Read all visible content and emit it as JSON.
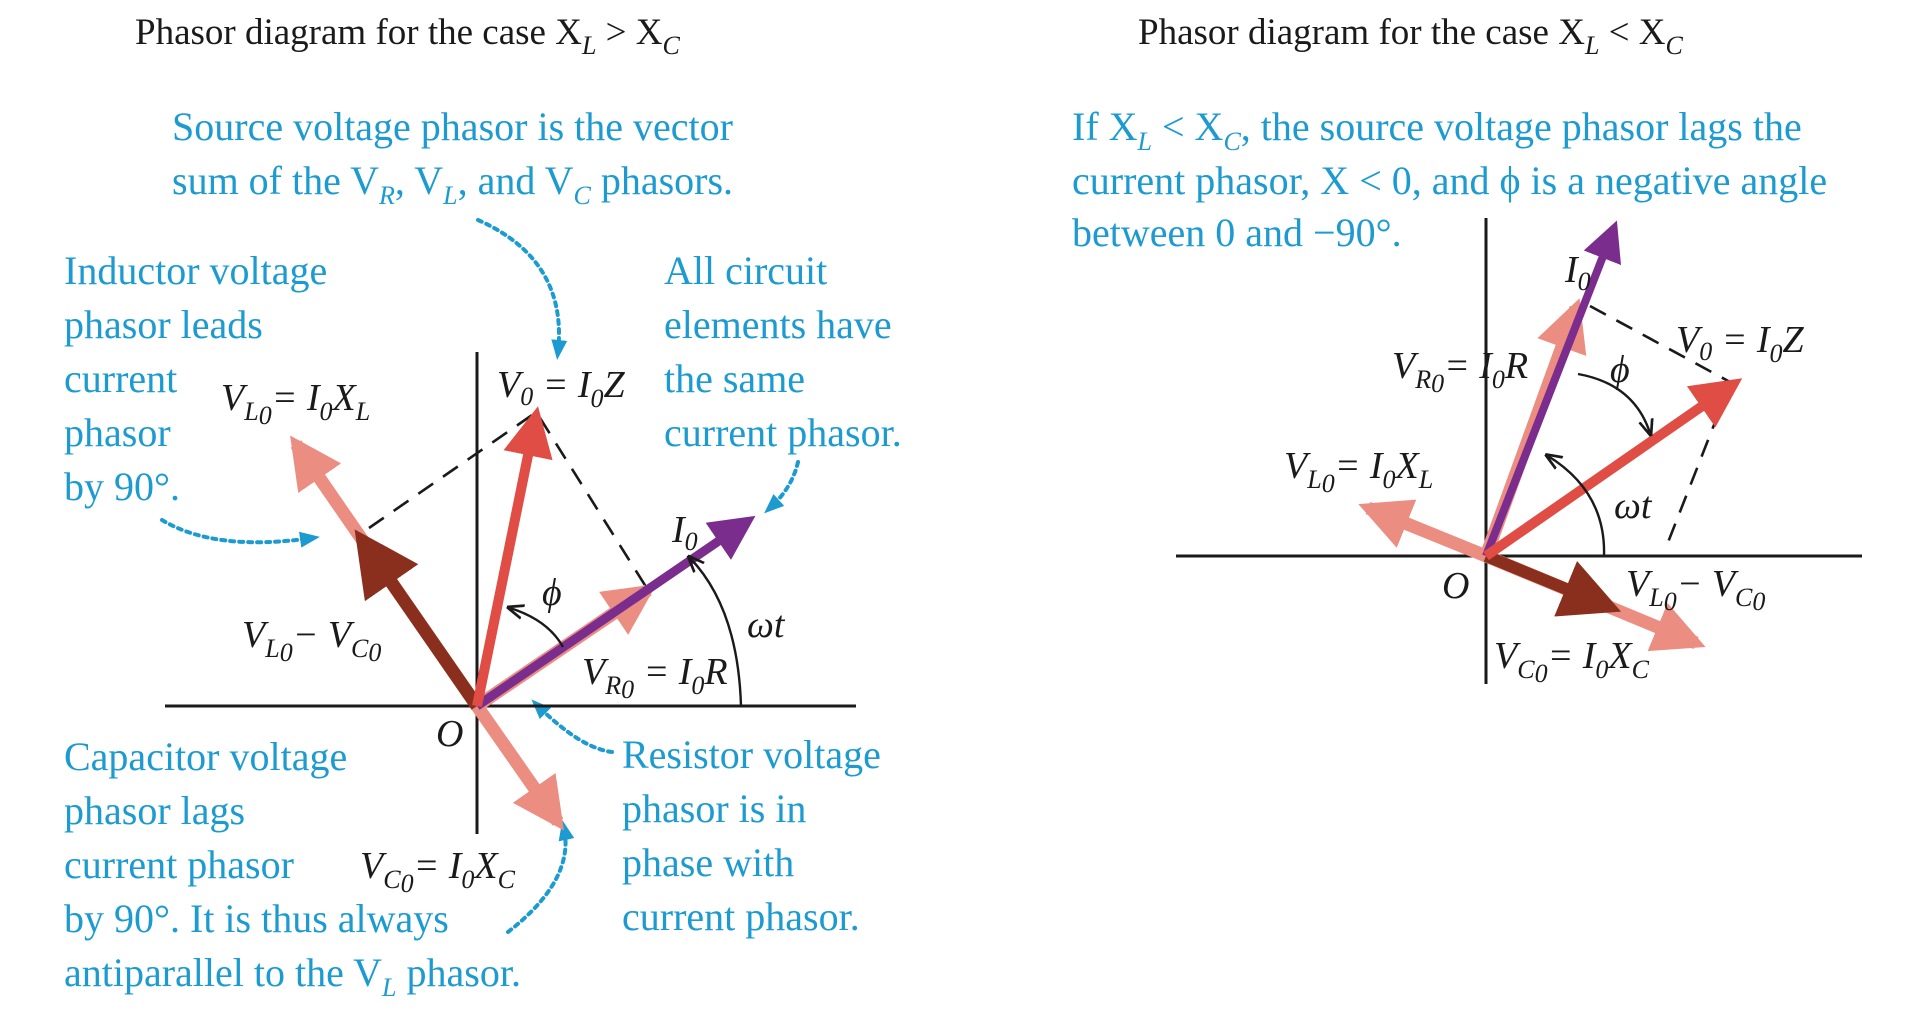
{
  "colors": {
    "note": "#1d9bd1",
    "current_phasor": "#7b2d8e",
    "source_voltage": "#df4d45",
    "component_voltage": "#ec8d82",
    "difference_voltage": "#8a2f1e",
    "ink": "#1a1a1a"
  },
  "left": {
    "title": "Phasor diagram for the case X",
    "title_sub1": "L",
    "title_rel": " > X",
    "title_sub2": "C",
    "note_source": {
      "line1": "Source voltage phasor is the vector",
      "line2_a": "sum of the V",
      "line2_b": "R",
      "line2_c": ", V",
      "line2_d": "L",
      "line2_e": ", and V",
      "line2_f": "C",
      "line2_g": " phasors."
    },
    "note_inductor": [
      "Inductor voltage",
      "phasor leads",
      "current",
      "phasor",
      "by 90°."
    ],
    "note_same": [
      "All circuit",
      "elements have",
      "the same",
      "current phasor."
    ],
    "note_capacitor": {
      "lines": [
        "Capacitor voltage",
        "phasor lags",
        "current phasor",
        "by 90°. It is thus always"
      ],
      "last_a": "antiparallel to the V",
      "last_b": "L",
      "last_c": " phasor."
    },
    "note_resistor": [
      "Resistor voltage",
      "phasor is in",
      "phase with",
      "current phasor."
    ],
    "labels": {
      "vl": {
        "a": "V",
        "sub": "L",
        "subsub": "0",
        "b": "= I",
        "c": "0",
        "d": "X",
        "e": "L"
      },
      "v0": {
        "a": "V",
        "sub": "0",
        "b": " = I",
        "c": "0",
        "d": "Z"
      },
      "i0": {
        "a": "I",
        "sub": "0"
      },
      "phi": "ϕ",
      "wt": "ωt",
      "vlvc": {
        "a": "V",
        "sub": "L",
        "subsub": "0",
        "b": "− V",
        "c": "C",
        "d": "0"
      },
      "vr": {
        "a": "V",
        "sub": "R",
        "subsub": "0",
        "b": " = I",
        "c": "0",
        "d": "R"
      },
      "origin": "O",
      "vc": {
        "a": "V",
        "sub": "C",
        "subsub": "0",
        "b": "= I",
        "c": "0",
        "d": "X",
        "e": "C"
      }
    }
  },
  "right": {
    "title": "Phasor diagram for the case X",
    "title_sub1": "L",
    "title_rel": " < X",
    "title_sub2": "C",
    "note": {
      "line1_a": "If X",
      "line1_b": "L",
      "line1_c": " < X",
      "line1_d": "C",
      "line1_e": ", the source voltage phasor lags the",
      "line2": "current phasor, X < 0, and ϕ is a negative angle",
      "line3": "between 0 and −90°."
    },
    "labels": {
      "i0": {
        "a": "I",
        "sub": "0"
      },
      "v0": {
        "a": "V",
        "sub": "0",
        "b": " = I",
        "c": "0",
        "d": "Z"
      },
      "vr": {
        "a": "V",
        "sub": "R",
        "subsub": "0",
        "b": "= I",
        "c": "0",
        "d": "R"
      },
      "phi": "ϕ",
      "vl": {
        "a": "V",
        "sub": "L",
        "subsub": "0",
        "b": "= I",
        "c": "0",
        "d": "X",
        "e": "L"
      },
      "wt": "ωt",
      "origin": "O",
      "vlvc": {
        "a": "V",
        "sub": "L",
        "subsub": "0",
        "b": "− V",
        "c": "C",
        "d": "0"
      },
      "vc": {
        "a": "V",
        "sub": "C",
        "subsub": "0",
        "b": "= I",
        "c": "0",
        "d": "X",
        "e": "C"
      }
    }
  }
}
